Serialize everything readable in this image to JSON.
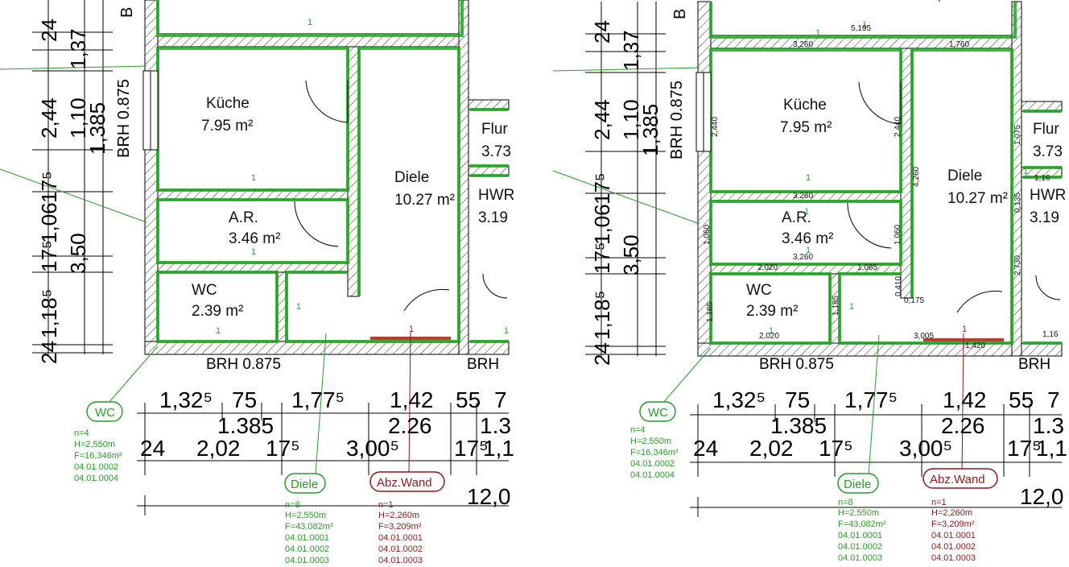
{
  "colors": {
    "wall_highlight": "#7ee07e",
    "wall_edge": "#1faa1f",
    "deduction": "#c0392b",
    "label_green": "#2a9a2a",
    "label_red": "#8b1a1a"
  },
  "rooms": {
    "kueche": {
      "name": "Küche",
      "area": "7.95 m²"
    },
    "diele": {
      "name": "Diele",
      "area": "10.27 m²"
    },
    "ar": {
      "name": "A.R.",
      "area": "3.46 m²"
    },
    "wc": {
      "name": "WC",
      "area": "2.39 m²"
    },
    "flur": {
      "name": "Flur",
      "area": "3.73"
    },
    "hwr": {
      "name": "HWR",
      "area": "3.19"
    }
  },
  "brh": {
    "window_left": "BRH 0.875",
    "bottom": "BRH 0.875",
    "bottom_right": "BRH"
  },
  "top_letter": "B",
  "left_dims": {
    "d1": "24",
    "d2": "2,44",
    "d3": "3,50",
    "d4": "24",
    "e1": "1,37",
    "e2": "1,10",
    "e3": "1,385",
    "e4": "1,06",
    "e5": "17⁵",
    "e6": "17⁵",
    "e7": "1,18⁵",
    "e8": "17⁵"
  },
  "bottom_dims": {
    "row1": [
      "1,32⁵",
      "75",
      "1,77⁵",
      "1,42",
      "55",
      "7"
    ],
    "row2": [
      "1.385",
      "2.26",
      "1.3"
    ],
    "row3": [
      "24",
      "2,02",
      "17⁵",
      "3,00⁵",
      "17⁵",
      "1,1"
    ],
    "total": "12,0"
  },
  "wall_counts": [
    "1",
    "1",
    "1",
    "1",
    "1",
    "1",
    "1",
    "1",
    "1"
  ],
  "tags": {
    "wc": {
      "label": "WC",
      "lines": [
        "n=4",
        "H=2,550m",
        "F=16,346m²",
        "04.01.0002",
        "04.01.0004"
      ]
    },
    "diele": {
      "label": "Diele",
      "lines": [
        "n=8",
        "H=2,550m",
        "F=43,082m²",
        "04.01.0001",
        "04.01.0002",
        "04.01.0003"
      ]
    },
    "abz": {
      "label": "Abz.Wand",
      "lines": [
        "n=1",
        "H=2,260m",
        "F=3,209m²",
        "04.01.0001",
        "04.01.0002",
        "04.01.0003"
      ]
    }
  },
  "wall_lengths": {
    "top": "5,195",
    "top_a": "3,260",
    "top_b": "1,760",
    "kueche_left": "2,440",
    "kueche_right": "2,440",
    "diele_left": "4,260",
    "ar_top": "3,260",
    "ar_bottom": "3,260",
    "ar_left": "1,060",
    "ar_right": "1,060",
    "wc_top": "2,020",
    "mid": "1,065",
    "stub": "0,410",
    "stub2": "0,175",
    "wc_left": "1,185",
    "wc_right": "1,185",
    "wc_bottom": "2,020",
    "bottom_diele": "3,005",
    "abz": "1,420",
    "flur_side": "1,075",
    "hwr_a": "1,16",
    "hwr_b": "0,135",
    "hwr_side": "2,730",
    "right_end": "1,16"
  }
}
